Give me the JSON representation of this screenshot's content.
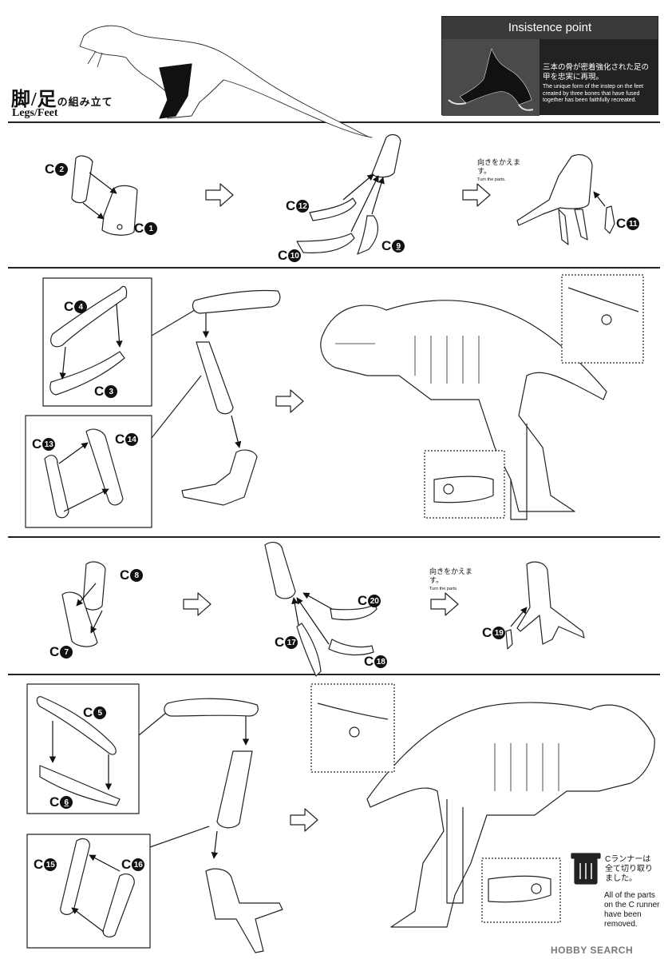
{
  "header": {
    "title_jp_big": "脚/足",
    "title_jp_small": "の組み立て",
    "title_en": "Legs/Feet"
  },
  "point": {
    "heading": "Insistence point",
    "text_jp": "三本の骨が密着強化された足の甲を忠実に再現。",
    "text_en": "The unique form of the instep on the feet created by three bones that have fused together has been faithfully recreated."
  },
  "turn": {
    "jp": "向きをかえます。",
    "en": "Turn the parts."
  },
  "turn2": {
    "jp": "向きをかえます。",
    "en": "Turn the parts."
  },
  "parts": {
    "c1": "1",
    "c2": "2",
    "c3": "3",
    "c4": "4",
    "c5": "5",
    "c6": "6",
    "c7": "7",
    "c8": "8",
    "c9": "9",
    "c10": "10",
    "c11": "11",
    "c12": "12",
    "c13": "13",
    "c14": "14",
    "c15": "15",
    "c16": "16",
    "c17": "17",
    "c18": "18",
    "c19": "19",
    "c20": "20",
    "prefix": "C"
  },
  "runner_note": {
    "jp": "Cランナーは全て切り取りました。",
    "en": "All of the parts on the C runner have been removed."
  },
  "watermark": "HOBBY SEARCH"
}
